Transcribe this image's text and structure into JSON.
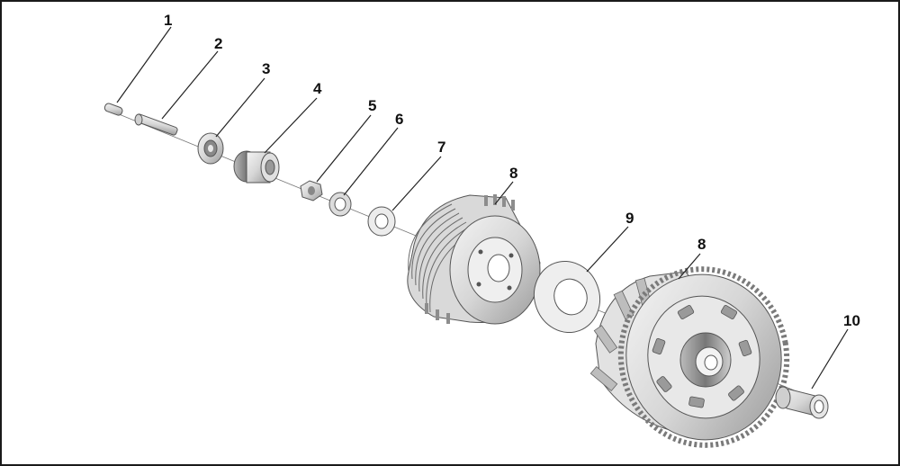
{
  "diagram": {
    "colors": {
      "outline": "#555555",
      "metal_light": "#e6e6e6",
      "metal_mid": "#c9c9c9",
      "metal_dark": "#8a8a8a",
      "leader": "#222222",
      "text": "#111111"
    },
    "callouts": [
      {
        "id": "c1",
        "label": "1"
      },
      {
        "id": "c2",
        "label": "2"
      },
      {
        "id": "c3",
        "label": "3"
      },
      {
        "id": "c4",
        "label": "4"
      },
      {
        "id": "c5",
        "label": "5"
      },
      {
        "id": "c6",
        "label": "6"
      },
      {
        "id": "c7",
        "label": "7"
      },
      {
        "id": "c8a",
        "label": "8"
      },
      {
        "id": "c9",
        "label": "9"
      },
      {
        "id": "c8b",
        "label": "8"
      },
      {
        "id": "c10",
        "label": "10"
      }
    ]
  }
}
